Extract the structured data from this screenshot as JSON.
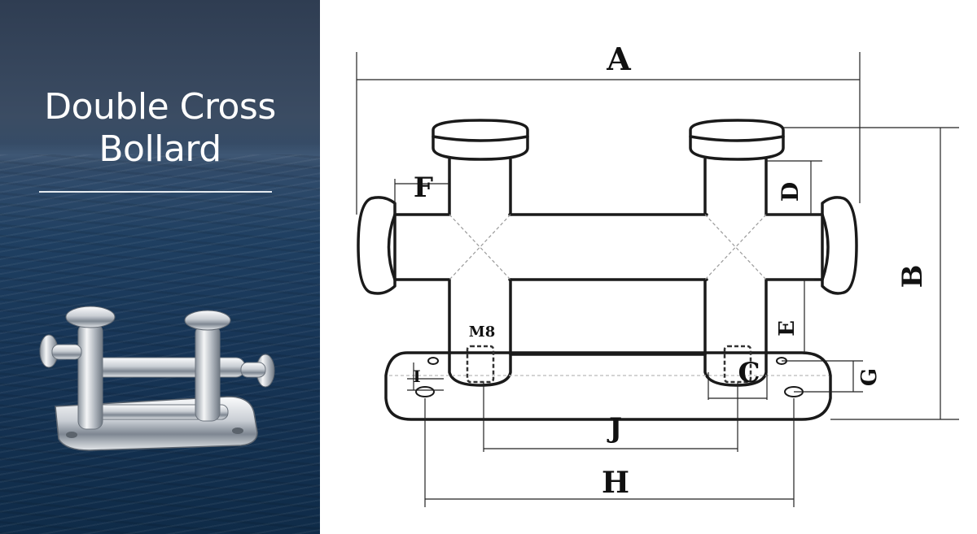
{
  "title": {
    "line1": "Double Cross",
    "line2": "Bollard"
  },
  "dimensions": {
    "A": "A",
    "B": "B",
    "C": "C",
    "D": "D",
    "E": "E",
    "F": "F",
    "G": "G",
    "H": "H",
    "I": "I",
    "J": "J",
    "M8": "M8"
  },
  "colors": {
    "line": "#1a1a1a",
    "dashed": "#9a9a9a",
    "steel_light": "#f2f4f6",
    "steel_dark": "#6c7580"
  }
}
